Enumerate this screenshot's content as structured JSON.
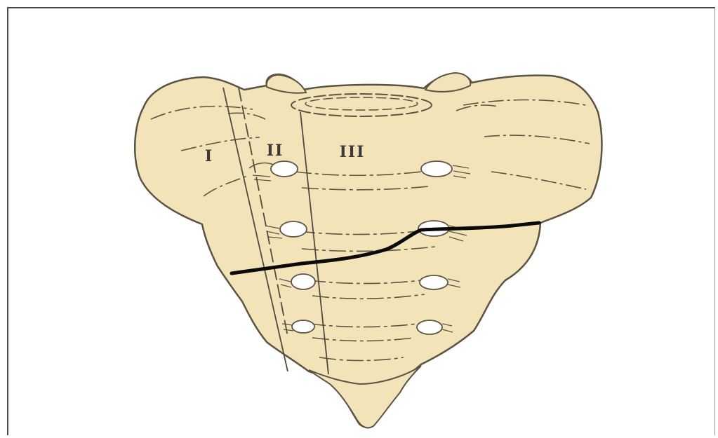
{
  "diagram": {
    "zones": [
      {
        "id": "zone-1",
        "label": "I"
      },
      {
        "id": "zone-2",
        "label": "II"
      },
      {
        "id": "zone-3",
        "label": "III"
      }
    ],
    "colors": {
      "bone_fill": "#f3e3b8",
      "bone_outline": "#5b5343",
      "fracture_line": "#0a0a0a",
      "foramen_fill": "#ffffff"
    }
  }
}
